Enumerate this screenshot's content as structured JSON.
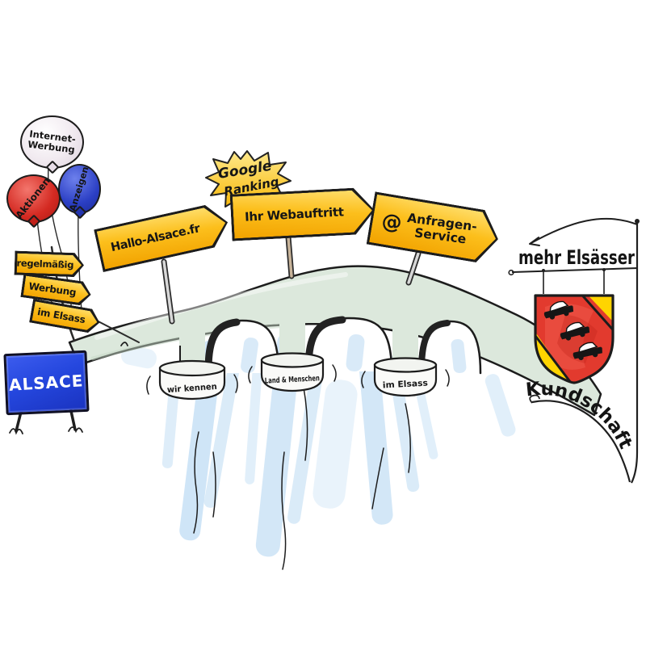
{
  "illustration_title": "Hand-drawn bridge illustration: advertising in Alsace brings Alsatian customers",
  "balloons": {
    "white": {
      "line1": "Internet-",
      "line2": "Werbung"
    },
    "red": {
      "label": "Aktionen"
    },
    "blue": {
      "label": "Anzeigen"
    }
  },
  "left_stack": {
    "sign1": "regelmäßig",
    "sign2": "Werbung",
    "sign3": "im Elsass"
  },
  "alsace_sign": {
    "label": "ALSACE"
  },
  "bridge_signs": {
    "hallo": {
      "label": "Hallo-Alsace.fr"
    },
    "webauftritt": {
      "label": "Ihr Webauftritt",
      "badge_line1": "Google",
      "badge_line2": "Ranking"
    },
    "anfragen": {
      "line1": "Anfragen-",
      "line2": "Service",
      "icon": "@"
    }
  },
  "pillars": {
    "p1": "wir kennen",
    "p2": "Land & Menschen",
    "p3": "im Elsass"
  },
  "right_side": {
    "headline": "mehr Elsässer",
    "banner": "Kundschaft"
  },
  "colors": {
    "sign_yellow": "#f7b500",
    "sign_yellow_light": "#ffdf6e",
    "alsace_blue": "#2547de",
    "balloon_red": "#d42a22",
    "balloon_blue": "#2b3fc4",
    "bridge_mint": "#dce8dc",
    "water_blue": "#b5d7f2",
    "shield_red": "#e23a2e",
    "shield_gold": "#ffd400",
    "outline_black": "#1c1c1c"
  }
}
